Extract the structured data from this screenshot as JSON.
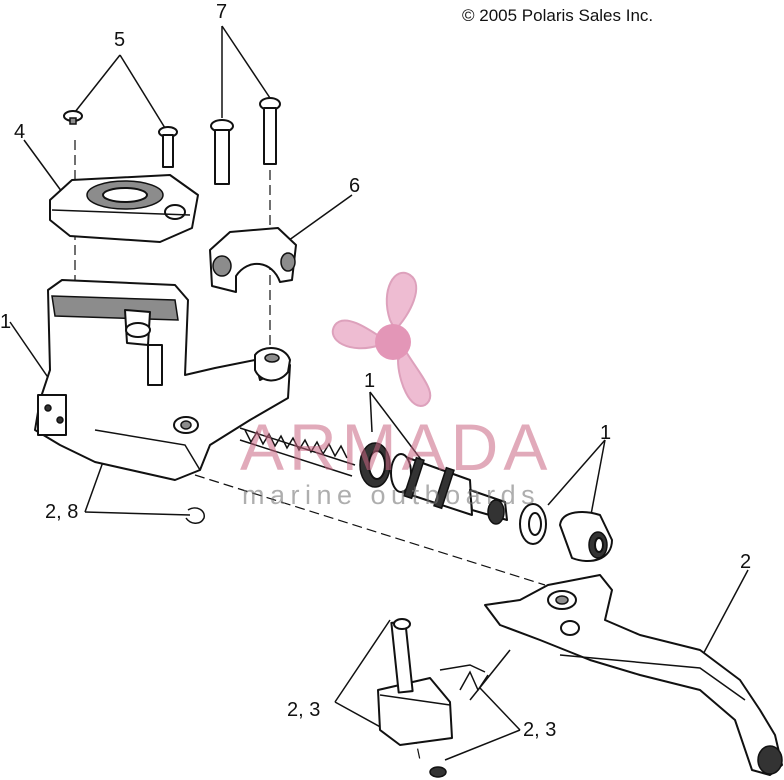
{
  "copyright": "© 2005 Polaris Sales Inc.",
  "callouts": {
    "c1a": "1",
    "c1b": "1",
    "c1c": "1",
    "c2": "2",
    "c28": "2, 8",
    "c23a": "2, 3",
    "c23b": "2, 3",
    "c4": "4",
    "c5": "5",
    "c6": "6",
    "c7": "7"
  },
  "watermark": {
    "title": "ARMADA",
    "subtitle": "marine outboards",
    "color": "#e08aa8"
  }
}
